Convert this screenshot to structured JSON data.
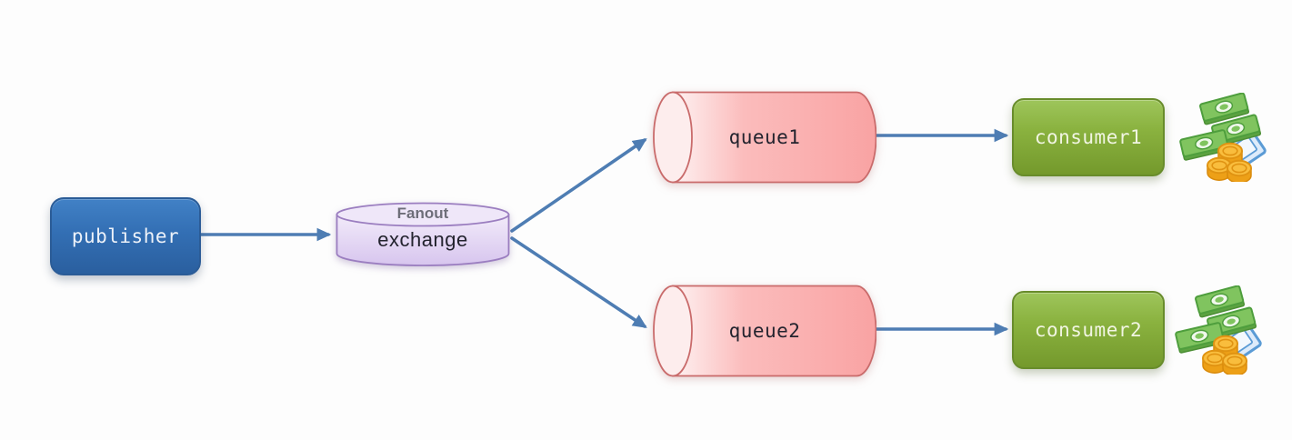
{
  "nodes": {
    "publisher": {
      "label": "publisher"
    },
    "exchange": {
      "label": "exchange",
      "type": "Fanout"
    },
    "queue1": {
      "label": "queue1"
    },
    "queue2": {
      "label": "queue2"
    },
    "consumer1": {
      "label": "consumer1"
    },
    "consumer2": {
      "label": "consumer2"
    }
  },
  "edges": [
    {
      "from": "publisher",
      "to": "exchange"
    },
    {
      "from": "exchange",
      "to": "queue1"
    },
    {
      "from": "exchange",
      "to": "queue2"
    },
    {
      "from": "queue1",
      "to": "consumer1"
    },
    {
      "from": "queue2",
      "to": "consumer2"
    }
  ],
  "icons": {
    "consumer1_icon": "money-icon",
    "consumer2_icon": "money-icon"
  },
  "colors": {
    "arrow": "#4e7db3",
    "publisher_fill": "#336fb4",
    "exchange_fill": "#e2d2f3",
    "exchange_border": "#9b7ec0",
    "queue_fill": "#f9a8a8",
    "queue_border": "#c96b6b",
    "consumer_fill": "#86ad3c",
    "label_dark": "#23232e",
    "fanout_label": "#6e6e79"
  }
}
